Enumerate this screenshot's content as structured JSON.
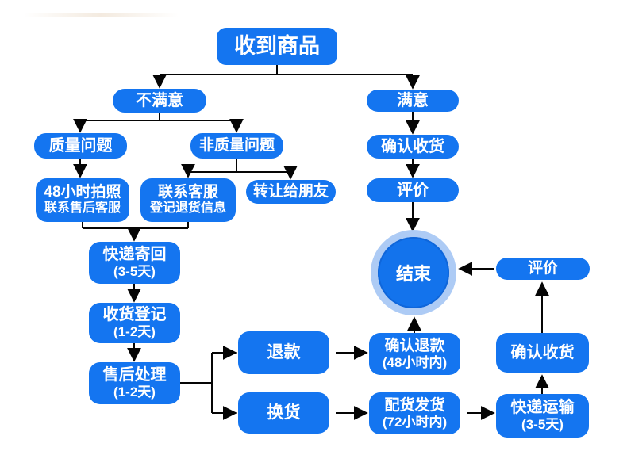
{
  "diagram": {
    "language": "zh-CN",
    "type": "flowchart",
    "colors": {
      "node_fill": "#1475f0",
      "node_text": "#ffffff",
      "end_circle_ring": "#adcbf5",
      "end_circle_fill": "#1373ec",
      "connector": "#050505"
    },
    "nodes": {
      "received_goods": {
        "label": "收到商品"
      },
      "unsatisfied": {
        "label": "不满意"
      },
      "satisfied": {
        "label": "满意"
      },
      "quality_issue": {
        "label": "质量问题"
      },
      "non_quality_issue": {
        "label": "非质量问题"
      },
      "photo_48h": {
        "line1": "48小时拍照",
        "line2": "联系售后客服"
      },
      "contact_service": {
        "line1": "联系客服",
        "line2": "登记退货信息"
      },
      "give_to_friend": {
        "label": "转让给朋友"
      },
      "confirm_receipt_top": {
        "label": "确认收货"
      },
      "review_top": {
        "label": "评价"
      },
      "end": {
        "label": "结束"
      },
      "express_return": {
        "line1": "快递寄回",
        "line2": "(3-5天)"
      },
      "receipt_register": {
        "line1": "收货登记",
        "line2": "(1-2天)"
      },
      "aftersales_handle": {
        "line1": "售后处理",
        "line2": "(1-2天)"
      },
      "refund": {
        "label": "退款"
      },
      "exchange": {
        "label": "换货"
      },
      "confirm_refund": {
        "line1": "确认退款",
        "line2": "(48小时内)"
      },
      "dispatch_ship": {
        "line1": "配货发货",
        "line2": "(72小时内)"
      },
      "review_right": {
        "label": "评价"
      },
      "confirm_receipt_right": {
        "label": "确认收货"
      },
      "express_transport": {
        "line1": "快递运输",
        "line2": "(3-5天)"
      }
    }
  }
}
